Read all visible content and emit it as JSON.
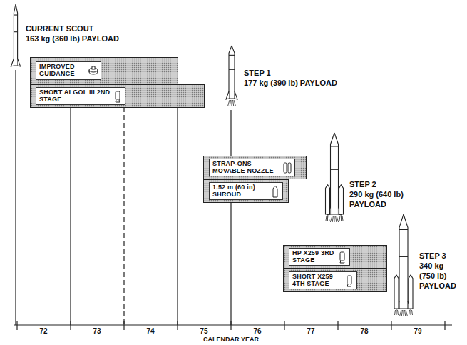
{
  "diagram": {
    "nodes": [
      {
        "text": [
          "IMPROVED GUIDANCE"
        ]
      },
      {
        "text": [
          "SHORT ALGOL III 2ND STAGE"
        ]
      },
      {
        "text": [
          "STRAP-ONS MOVABLE NOZZLE"
        ]
      },
      {
        "text": [
          "1.52 m (60 in) SHROUD"
        ]
      },
      {
        "text": [
          "HP X259 3RD STAGE"
        ]
      },
      {
        "text": [
          "SHORT X259 4TH STAGE"
        ]
      }
    ],
    "labels": [
      "CURRENT SCOUT",
      "163 kg (360 lb) PAYLOAD",
      "STEP 1",
      "177 kg (390 lb) PAYLOAD",
      "STEP 2",
      "290 kg (640 lb)",
      "PAYLOAD",
      "STEP 3",
      "340 kg",
      "(750 lb)",
      "PAYLOAD",
      "72",
      "73",
      "74",
      "75",
      "76",
      "77",
      "78",
      "79",
      "CALENDAR YEAR"
    ]
  }
}
